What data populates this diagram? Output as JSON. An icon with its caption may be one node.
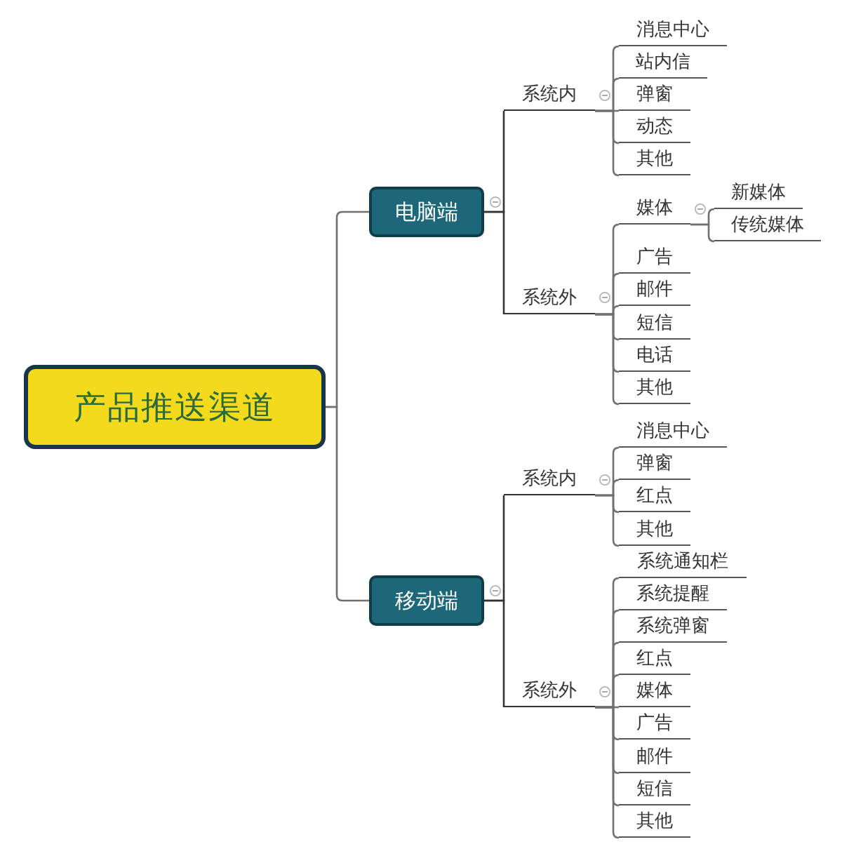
{
  "diagram": {
    "nodes": [
      {
        "text": [
          "产品推送渠道"
        ]
      },
      {
        "text": [
          "电脑端"
        ]
      },
      {
        "text": [
          "系统内"
        ]
      },
      {
        "text": [
          "消息中心"
        ]
      },
      {
        "text": [
          "站内信"
        ]
      },
      {
        "text": [
          "弹窗"
        ]
      },
      {
        "text": [
          "动态"
        ]
      },
      {
        "text": [
          "其他"
        ]
      },
      {
        "text": [
          "系统外"
        ]
      },
      {
        "text": [
          "媒体"
        ]
      },
      {
        "text": [
          "新媒体"
        ]
      },
      {
        "text": [
          "传统媒体"
        ]
      },
      {
        "text": [
          "广告"
        ]
      },
      {
        "text": [
          "邮件"
        ]
      },
      {
        "text": [
          "短信"
        ]
      },
      {
        "text": [
          "电话"
        ]
      },
      {
        "text": [
          "其他"
        ]
      },
      {
        "text": [
          "移动端"
        ]
      },
      {
        "text": [
          "系统内"
        ]
      },
      {
        "text": [
          "消息中心"
        ]
      },
      {
        "text": [
          "弹窗"
        ]
      },
      {
        "text": [
          "红点"
        ]
      },
      {
        "text": [
          "其他"
        ]
      },
      {
        "text": [
          "系统外"
        ]
      },
      {
        "text": [
          "系统通知栏"
        ]
      },
      {
        "text": [
          "系统提醒"
        ]
      },
      {
        "text": [
          "系统弹窗"
        ]
      },
      {
        "text": [
          "红点"
        ]
      },
      {
        "text": [
          "媒体"
        ]
      },
      {
        "text": [
          "广告"
        ]
      },
      {
        "text": [
          "邮件"
        ]
      },
      {
        "text": [
          "短信"
        ]
      },
      {
        "text": [
          "其他"
        ]
      }
    ],
    "edges": [
      {
        "from": 0,
        "to": 1,
        "arrow": "none"
      },
      {
        "from": 1,
        "to": 2,
        "arrow": "none"
      },
      {
        "from": 2,
        "to": 3,
        "arrow": "none"
      },
      {
        "from": 2,
        "to": 4,
        "arrow": "none"
      },
      {
        "from": 2,
        "to": 5,
        "arrow": "none"
      },
      {
        "from": 2,
        "to": 6,
        "arrow": "none"
      },
      {
        "from": 2,
        "to": 7,
        "arrow": "none"
      },
      {
        "from": 1,
        "to": 8,
        "arrow": "none"
      },
      {
        "from": 8,
        "to": 9,
        "arrow": "none"
      },
      {
        "from": 9,
        "to": 10,
        "arrow": "none"
      },
      {
        "from": 9,
        "to": 11,
        "arrow": "none"
      },
      {
        "from": 8,
        "to": 12,
        "arrow": "none"
      },
      {
        "from": 8,
        "to": 13,
        "arrow": "none"
      },
      {
        "from": 8,
        "to": 14,
        "arrow": "none"
      },
      {
        "from": 8,
        "to": 15,
        "arrow": "none"
      },
      {
        "from": 8,
        "to": 16,
        "arrow": "none"
      },
      {
        "from": 0,
        "to": 17,
        "arrow": "none"
      },
      {
        "from": 17,
        "to": 18,
        "arrow": "none"
      },
      {
        "from": 18,
        "to": 19,
        "arrow": "none"
      },
      {
        "from": 18,
        "to": 20,
        "arrow": "none"
      },
      {
        "from": 18,
        "to": 21,
        "arrow": "none"
      },
      {
        "from": 18,
        "to": 22,
        "arrow": "none"
      },
      {
        "from": 17,
        "to": 23,
        "arrow": "none"
      },
      {
        "from": 23,
        "to": 24,
        "arrow": "none"
      },
      {
        "from": 23,
        "to": 25,
        "arrow": "none"
      },
      {
        "from": 23,
        "to": 26,
        "arrow": "none"
      },
      {
        "from": 23,
        "to": 27,
        "arrow": "none"
      },
      {
        "from": 23,
        "to": 28,
        "arrow": "none"
      },
      {
        "from": 23,
        "to": 29,
        "arrow": "none"
      },
      {
        "from": 23,
        "to": 30,
        "arrow": "none"
      },
      {
        "from": 23,
        "to": 31,
        "arrow": "none"
      },
      {
        "from": 23,
        "to": 32,
        "arrow": "none"
      }
    ]
  }
}
